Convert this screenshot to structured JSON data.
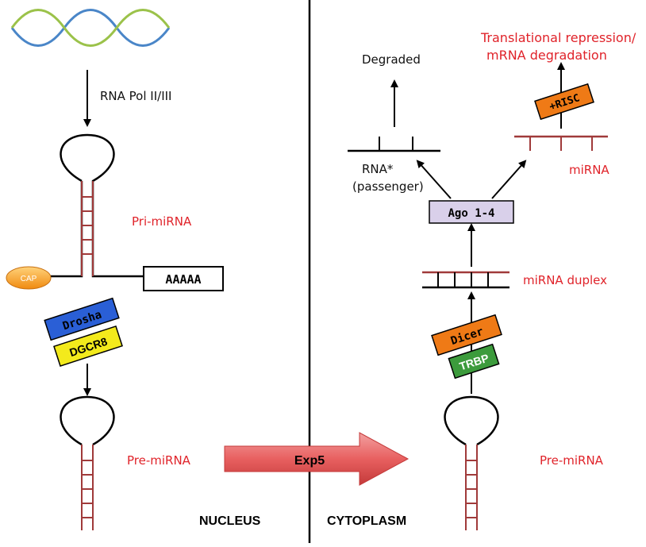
{
  "nucleus": {
    "rna_pol_label": "RNA Pol  II/III",
    "pri_mirna_label": "Pri-miRNA",
    "cap_label": "CAP",
    "polya_label": "AAAAA",
    "drosha_label": "Drosha",
    "dgcr8_label": "DGCR8",
    "pre_mirna_label": "Pre-miRNA",
    "region_label": "NUCLEUS"
  },
  "export": {
    "exp5_label": "Exp5"
  },
  "cytoplasm": {
    "pre_mirna_label": "Pre-miRNA",
    "dicer_label": "Dicer",
    "trbp_label": "TRBP",
    "mirna_duplex_label": "miRNA duplex",
    "ago_label": "Ago 1-4",
    "passenger_line1": "RNA*",
    "passenger_line2": "(passenger)",
    "degraded_label": "Degraded",
    "mirna_label": "miRNA",
    "risc_label": "+RISC",
    "outcome_line1": "Translational repression/",
    "outcome_line2": "mRNA degradation",
    "region_label": "CYTOPLASM"
  },
  "colors": {
    "red_text": "#e0232a",
    "stem_red": "#a03a3a",
    "drosha_blue": "#2a5fd6",
    "dgcr8_yellow": "#f3ea1c",
    "dicer_orange": "#ef7a16",
    "trbp_green": "#3c9b3c",
    "cap_orange": "#f5a623",
    "dna_blue": "#4a86c8",
    "dna_green": "#9bc24a",
    "exp5_arrow": "#e86060",
    "ago_fill": "#d9d0ea"
  }
}
